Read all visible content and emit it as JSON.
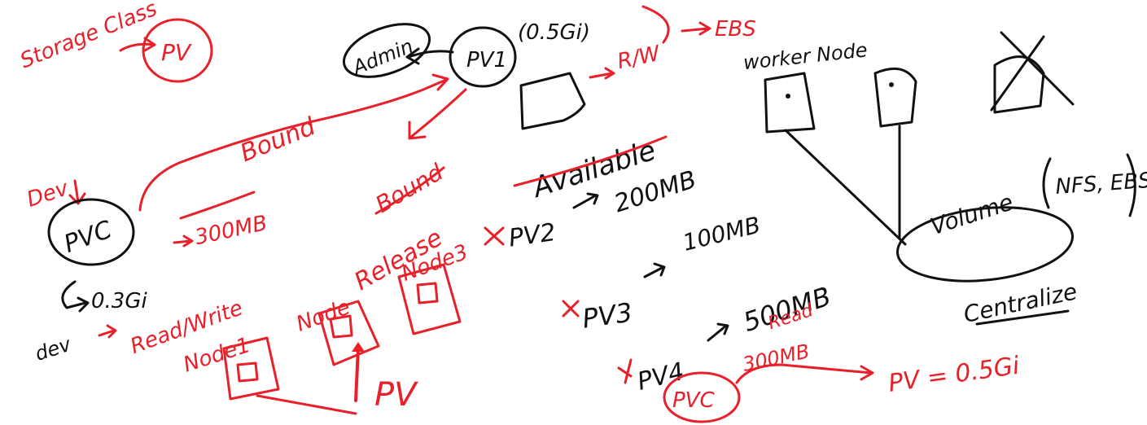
{
  "colors": {
    "red_ink": "#e8202a",
    "black_ink": "#111111",
    "background": "#ffffff"
  },
  "labels": {
    "storage_class": "Storage Class",
    "pv_circle": "PV",
    "admin": "Admin",
    "pv1": "PV1",
    "pv1_size": "(0.5Gi)",
    "rw": "R/W",
    "ebs": "EBS",
    "available": "Available",
    "bound_top": "Bound",
    "bound_bottom": "Bound",
    "dev": "Dev",
    "pvc": "PVC",
    "pvc_size": "0.3Gi",
    "pvc_alt_size": "300MB",
    "read_write": "Read/Write",
    "dev_bottom": "dev",
    "node1": "Node1",
    "node": "Node",
    "node3": "Node3",
    "release": "Release",
    "pv_bottom": "PV",
    "pv2": "PV2",
    "pv2_size": "200MB",
    "standalone_size": "100MB",
    "pv3": "PV3",
    "pv3_size": "100MB",
    "pv4": "PV4",
    "pv4_size": "500MB",
    "read": "Read",
    "pvc_bottom": "PVC",
    "pvc_bottom_size": "300MB",
    "pv_result": "PV = 0.5Gi",
    "worker_node": "worker Node",
    "volume": "Volume",
    "nfs_ebs": "NFS, EBS",
    "centralize": "Centralize"
  }
}
